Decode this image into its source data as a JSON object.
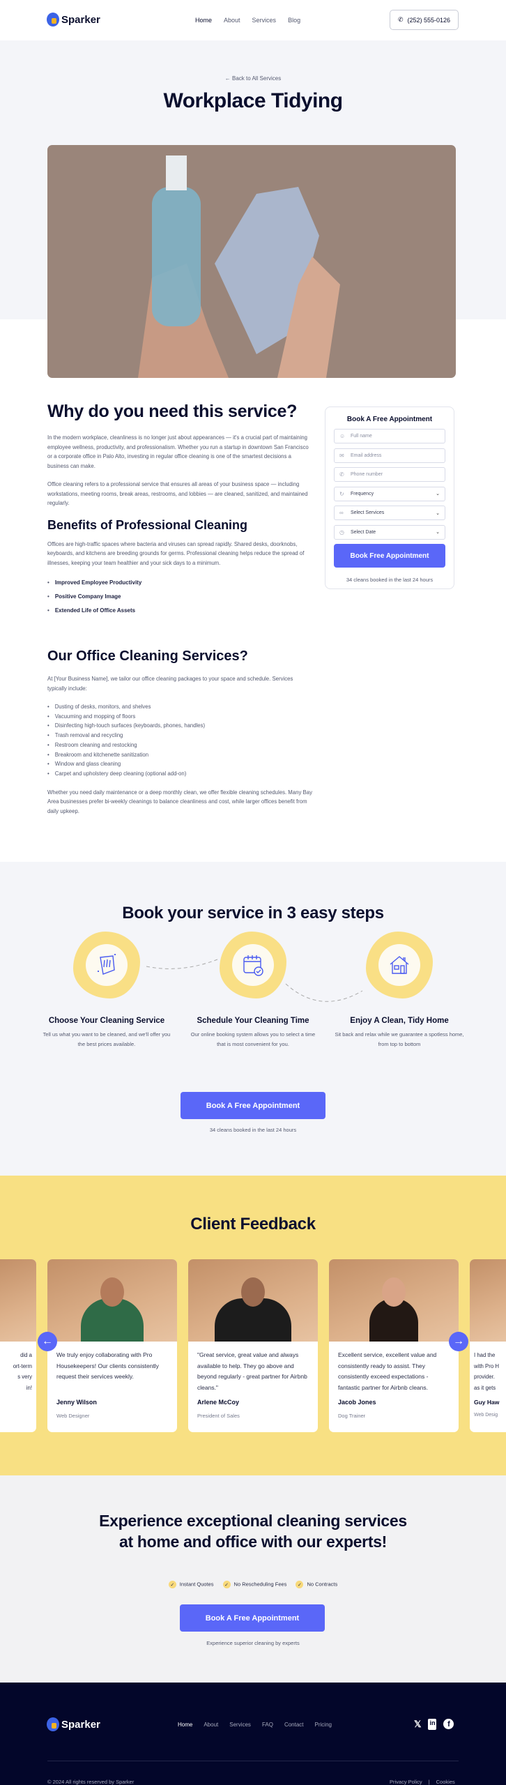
{
  "header": {
    "brand": "Sparker",
    "nav": [
      "Home",
      "About",
      "Services",
      "Blog"
    ],
    "phone": "(252) 555-0126"
  },
  "hero": {
    "back_link": "Back to All Services",
    "title": "Workplace Tidying"
  },
  "article": {
    "why_title": "Why do you need this service?",
    "why_p1": "In the modern workplace, cleanliness is no longer just about appearances — it's a crucial part of maintaining employee wellness, productivity, and professionalism. Whether you run a startup in downtown San Francisco or a corporate office in Palo Alto, investing in regular office cleaning is one of the smartest decisions a business can make.",
    "why_p2": "Office cleaning refers to a professional service that ensures all areas of your business space — including workstations, meeting rooms, break areas, restrooms, and lobbies — are cleaned, sanitized, and maintained regularly.",
    "benefits_title": "Benefits of Professional Cleaning",
    "benefits_p": "Offices are high-traffic spaces where bacteria and viruses can spread rapidly. Shared desks, doorknobs, keyboards, and kitchens are breeding grounds for germs. Professional cleaning helps reduce the spread of illnesses, keeping your team healthier and your sick days to a minimum.",
    "benefits": [
      "Improved Employee Productivity",
      "Positive Company Image",
      "Extended Life of Office Assets"
    ],
    "services_title": "Our Office Cleaning Services?",
    "services_intro": "At [Your Business Name], we tailor our office cleaning packages to your space and schedule. Services typically include:",
    "services": [
      "Dusting of desks, monitors, and shelves",
      "Vacuuming and mopping of floors",
      "Disinfecting high-touch surfaces (keyboards, phones, handles)",
      "Trash removal and recycling",
      "Restroom cleaning and restocking",
      "Breakroom and kitchenette sanitization",
      "Window and glass cleaning",
      "Carpet and upholstery deep cleaning (optional add-on)"
    ],
    "services_outro": "Whether you need daily maintenance or a deep monthly clean, we offer flexible cleaning schedules. Many Bay Area businesses prefer bi-weekly cleanings to balance cleanliness and cost, while larger offices benefit from daily upkeep."
  },
  "form": {
    "title": "Book A Free Appointment",
    "full_name": "Full name",
    "email": "Email address",
    "phone": "Phone number",
    "frequency": "Frequency",
    "services": "Select Services",
    "date": "Select Date",
    "submit": "Book Free Appointment",
    "note": "34 cleans booked in the last 24 hours"
  },
  "steps": {
    "title": "Book your service in 3 easy steps",
    "items": [
      {
        "title": "Choose Your Cleaning Service",
        "desc": "Tell us what you want to be cleaned, and we'll offer you the best prices available.",
        "icon": "cleaning-cloth-icon"
      },
      {
        "title": "Schedule Your Cleaning Time",
        "desc": "Our online booking system allows you to select a time that is most convenient for you.",
        "icon": "calendar-check-icon"
      },
      {
        "title": "Enjoy A Clean, Tidy Home",
        "desc": "Sit back and relax while we guarantee a spotless home, from top to bottom",
        "icon": "house-icon"
      }
    ],
    "button": "Book A Free Appointment",
    "note": "34 cleans booked in the last 24 hours"
  },
  "feedback": {
    "title": "Client Feedback",
    "left_partial": "did a\nort-term\ns very\nin!",
    "right_partial": {
      "quote": "I had the\nwith Pro H\nprovider.\nas it gets",
      "name": "Guy Haw",
      "role": "Web Desig"
    },
    "cards": [
      {
        "quote": "We truly enjoy collaborating with Pro Housekeepers! Our clients consistently request their services weekly.",
        "name": "Jenny Wilson",
        "role": "Web Designer",
        "shirt": "#2f6b47"
      },
      {
        "quote": "\"Great service, great value and always available to help. They go above and beyond regularly - great partner for Airbnb cleans.\"",
        "name": "Arlene McCoy",
        "role": "President of Sales",
        "shirt": "#1c1c1c"
      },
      {
        "quote": "Excellent service, excellent value and consistently ready to assist. They consistently exceed expectations - fantastic partner for Airbnb cleans.",
        "name": "Jacob Jones",
        "role": "Dog Trainer",
        "shirt": "#221814"
      }
    ]
  },
  "cta": {
    "title": "Experience exceptional cleaning services at home and office with our experts!",
    "checks": [
      "Instant Quotes",
      "No Rescheduling Fees",
      "No Contracts"
    ],
    "button": "Book A Free Appointment",
    "note": "Experience superior cleaning by experts"
  },
  "footer": {
    "brand": "Sparker",
    "nav": [
      "Home",
      "About",
      "Services",
      "FAQ",
      "Contact",
      "Pricing"
    ],
    "social": [
      "twitter-icon",
      "linkedin-icon",
      "facebook-icon"
    ],
    "copyright": "© 2024 All rights reserved by Sparker",
    "privacy": "Privacy Policy",
    "separator": "|",
    "cookies": "Cookies"
  },
  "colors": {
    "accent": "#5a67f8",
    "yellow": "#f8e083",
    "navy": "#03062a"
  }
}
